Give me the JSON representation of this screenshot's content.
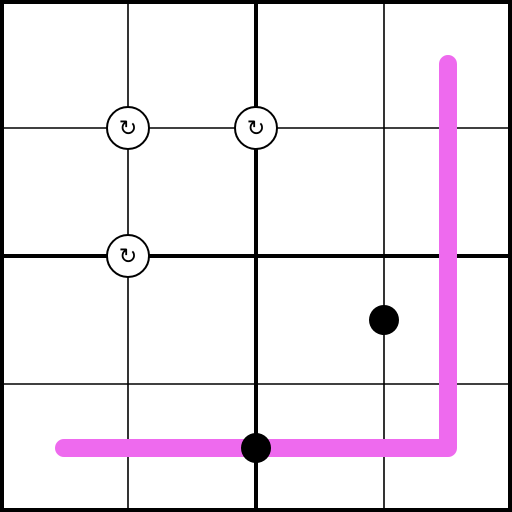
{
  "puzzle": {
    "grid_size": 4,
    "region_size": 2,
    "colors": {
      "background": "#ffffff",
      "grid_line": "#000000",
      "path": "#ee6aee",
      "dot": "#000000",
      "rotation_fill": "#ffffff",
      "rotation_stroke": "#000000"
    },
    "rotation_icon": "clockwise-arrow-icon",
    "rotation_glyph": "↻",
    "rotation_markers": [
      {
        "col": 1,
        "row": 1
      },
      {
        "col": 2,
        "row": 1
      },
      {
        "col": 1,
        "row": 2
      }
    ],
    "dots": [
      {
        "col": 3,
        "row": 2.5
      },
      {
        "col": 2,
        "row": 3.5
      }
    ],
    "path": [
      {
        "col": 3.5,
        "row": 0.5
      },
      {
        "col": 3.5,
        "row": 3.5
      },
      {
        "col": 0.5,
        "row": 3.5
      }
    ]
  }
}
